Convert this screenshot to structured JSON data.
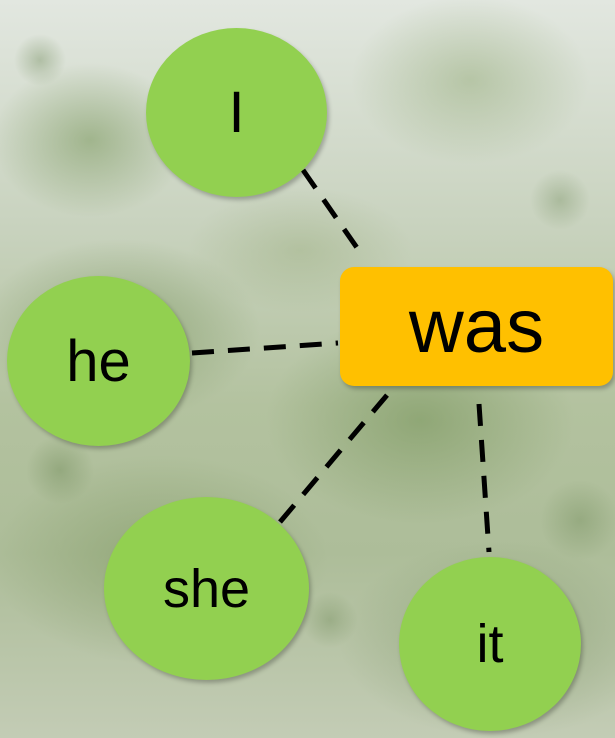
{
  "diagram": {
    "hub": {
      "label": "was",
      "color": "#ffc000"
    },
    "nodes": [
      {
        "id": "i",
        "label": "I"
      },
      {
        "id": "he",
        "label": "he"
      },
      {
        "id": "she",
        "label": "she"
      },
      {
        "id": "it",
        "label": "it"
      }
    ],
    "node_color": "#92d050",
    "connector_style": "dashed",
    "connector_color": "#000000"
  }
}
